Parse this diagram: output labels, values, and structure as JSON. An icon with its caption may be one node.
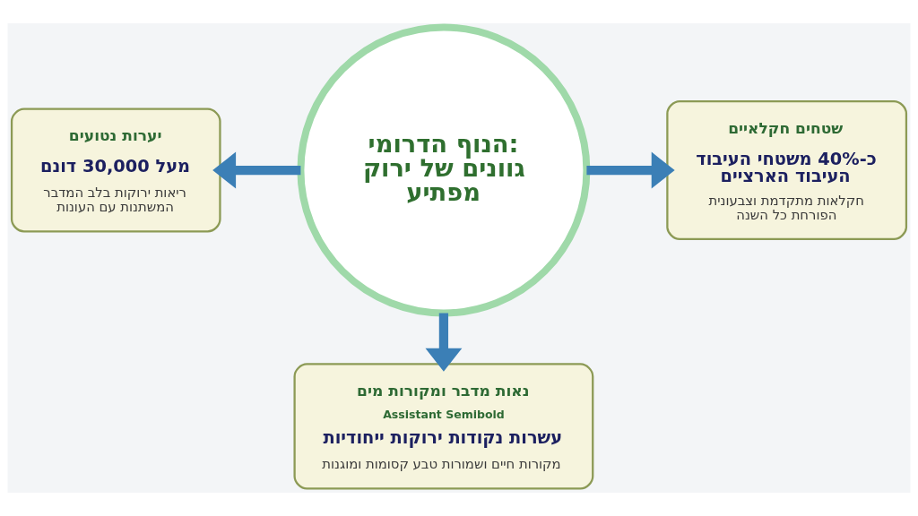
{
  "diagram": {
    "nodes": [
      {
        "text": [
          "הנוף הדרומי: גוונים של ירוק מפתיע"
        ]
      },
      {
        "text": [
          "יערות נטועים",
          "מעל 30,000 דונם",
          "ריאות ירוקות בלב המדבר המשתנות עם העונות"
        ]
      },
      {
        "text": [
          "שטחים חקלאיים",
          "כ-40% משטחי העיבוד העיבוד הארציים",
          "חקלאות מתקדמת וצבעונית הפורחת כל השנה"
        ]
      },
      {
        "text": [
          "נאות מדבר ומקורות מים",
          "Assistant Semibold",
          "עשרות נקודות ירוקות ייחודיות",
          "מקורות חיים ושמורות טבע קסומות ומוגנות"
        ]
      }
    ],
    "edges": [
      {
        "from": 0,
        "to": 1,
        "arrow": "to"
      },
      {
        "from": 0,
        "to": 2,
        "arrow": "to"
      },
      {
        "from": 0,
        "to": 3,
        "arrow": "to"
      }
    ]
  }
}
